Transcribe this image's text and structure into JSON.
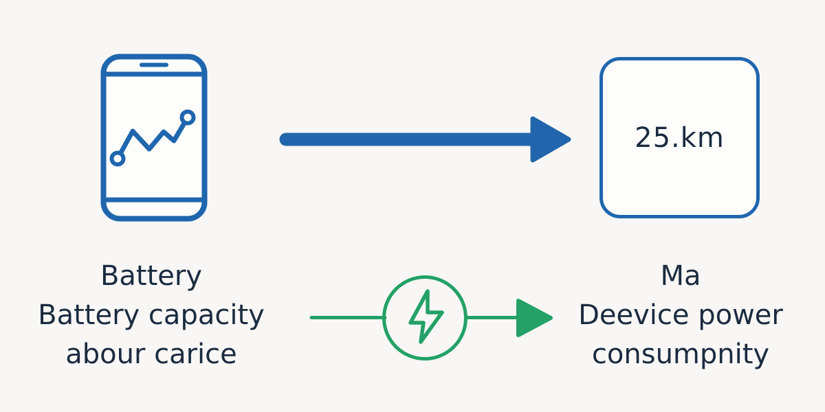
{
  "colors": {
    "background": "#f8f7f5",
    "blue_outline": "#1f66ae",
    "arrow_blue": "#2166ac",
    "green": "#23a166",
    "text_navy": "#1b2b3f",
    "surface_white": "#fdfdfc"
  },
  "source": {
    "icon": "phone-line-chart-icon",
    "caption_lines": [
      "Battery",
      "Battery capacity",
      "abour carice"
    ]
  },
  "flow_top": {
    "icon": "right-arrow-icon"
  },
  "result_box": {
    "value": "25.km"
  },
  "flow_bottom": {
    "icon": "lightning-bolt-circle-icon",
    "arrow": "green-right-arrow-icon"
  },
  "target": {
    "caption_lines": [
      "Ma",
      "Deevice power",
      "consumpnity"
    ]
  }
}
